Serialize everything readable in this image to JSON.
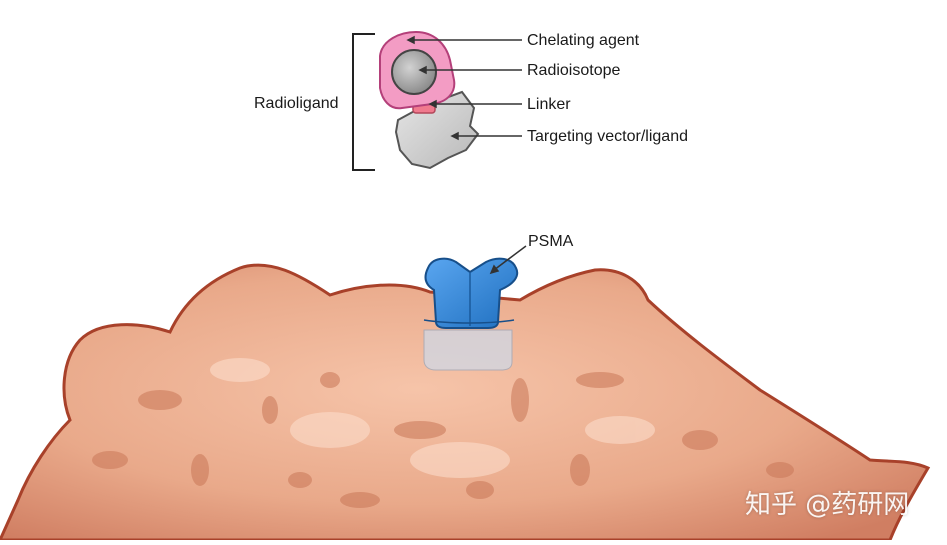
{
  "diagram": {
    "group_label": "Radioligand",
    "labels": {
      "chelating_agent": "Chelating agent",
      "radioisotope": "Radioisotope",
      "linker": "Linker",
      "targeting_vector": "Targeting vector/ligand",
      "psma": "PSMA"
    },
    "colors": {
      "chelator": "#f39cc4",
      "radioisotope": "#b9b9b9",
      "linker": "#f07a8e",
      "targeting_vector": "#d0d0d0",
      "psma": "#2f86d9",
      "cell": "#e9a98a",
      "cell_outline": "#a8412a"
    }
  },
  "watermark": {
    "text": "知乎 @药研网"
  }
}
